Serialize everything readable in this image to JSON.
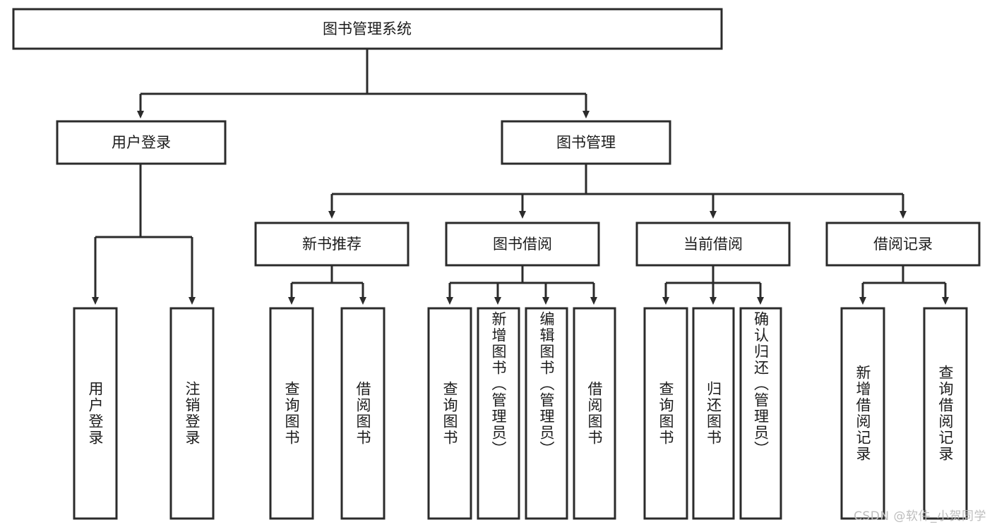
{
  "diagram": {
    "title": "图书管理系统",
    "type": "hierarchy-tree",
    "root": {
      "label": "图书管理系统"
    },
    "level1": [
      {
        "label": "用户登录"
      },
      {
        "label": "图书管理"
      }
    ],
    "level2": [
      {
        "label": "新书推荐"
      },
      {
        "label": "图书借阅"
      },
      {
        "label": "当前借阅"
      },
      {
        "label": "借阅记录"
      }
    ],
    "leaves": {
      "user_login": [
        {
          "label": "用户登录"
        },
        {
          "label": "注销登录"
        }
      ],
      "new_book_recommend": [
        {
          "label": "查询图书"
        },
        {
          "label": "借阅图书"
        }
      ],
      "book_borrow": [
        {
          "label": "查询图书"
        },
        {
          "label": "新增图书（管理员）"
        },
        {
          "label": "编辑图书（管理员）"
        },
        {
          "label": "借阅图书"
        }
      ],
      "current_borrow": [
        {
          "label": "查询图书"
        },
        {
          "label": "归还图书"
        },
        {
          "label": "确认归还（管理员）"
        }
      ],
      "borrow_record": [
        {
          "label": "新增借阅记录"
        },
        {
          "label": "查询借阅记录"
        }
      ]
    }
  },
  "watermark": {
    "text": "CSDN @软件_小贺同学"
  },
  "colors": {
    "stroke": "#2b2b2b",
    "box_fill": "#ffffff",
    "text": "#1c1c1c",
    "watermark": "#bdbdbd",
    "background": "#ffffff"
  }
}
